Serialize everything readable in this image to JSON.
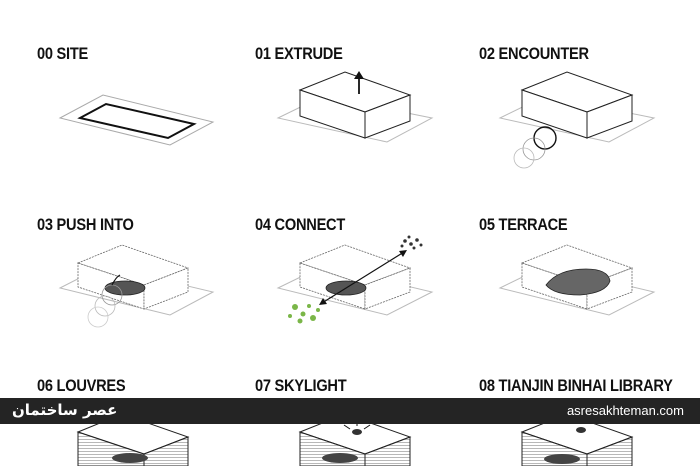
{
  "steps": [
    {
      "title": "00 SITE"
    },
    {
      "title": "01 EXTRUDE"
    },
    {
      "title": "02 ENCOUNTER"
    },
    {
      "title": "03 PUSH INTO"
    },
    {
      "title": "04 CONNECT"
    },
    {
      "title": "05 TERRACE"
    },
    {
      "title": "06 LOUVRES"
    },
    {
      "title": "07 SKYLIGHT"
    },
    {
      "title": "08 TIANJIN BINHAI LIBRARY"
    }
  ],
  "watermark": {
    "left_logo_text": "عصر ساختمان",
    "right_url": "asresakhteman.com"
  },
  "colors": {
    "title_text": "#111111",
    "line": "#222222",
    "watermark_bar": "#242424",
    "dots_green": "#7ab648"
  }
}
